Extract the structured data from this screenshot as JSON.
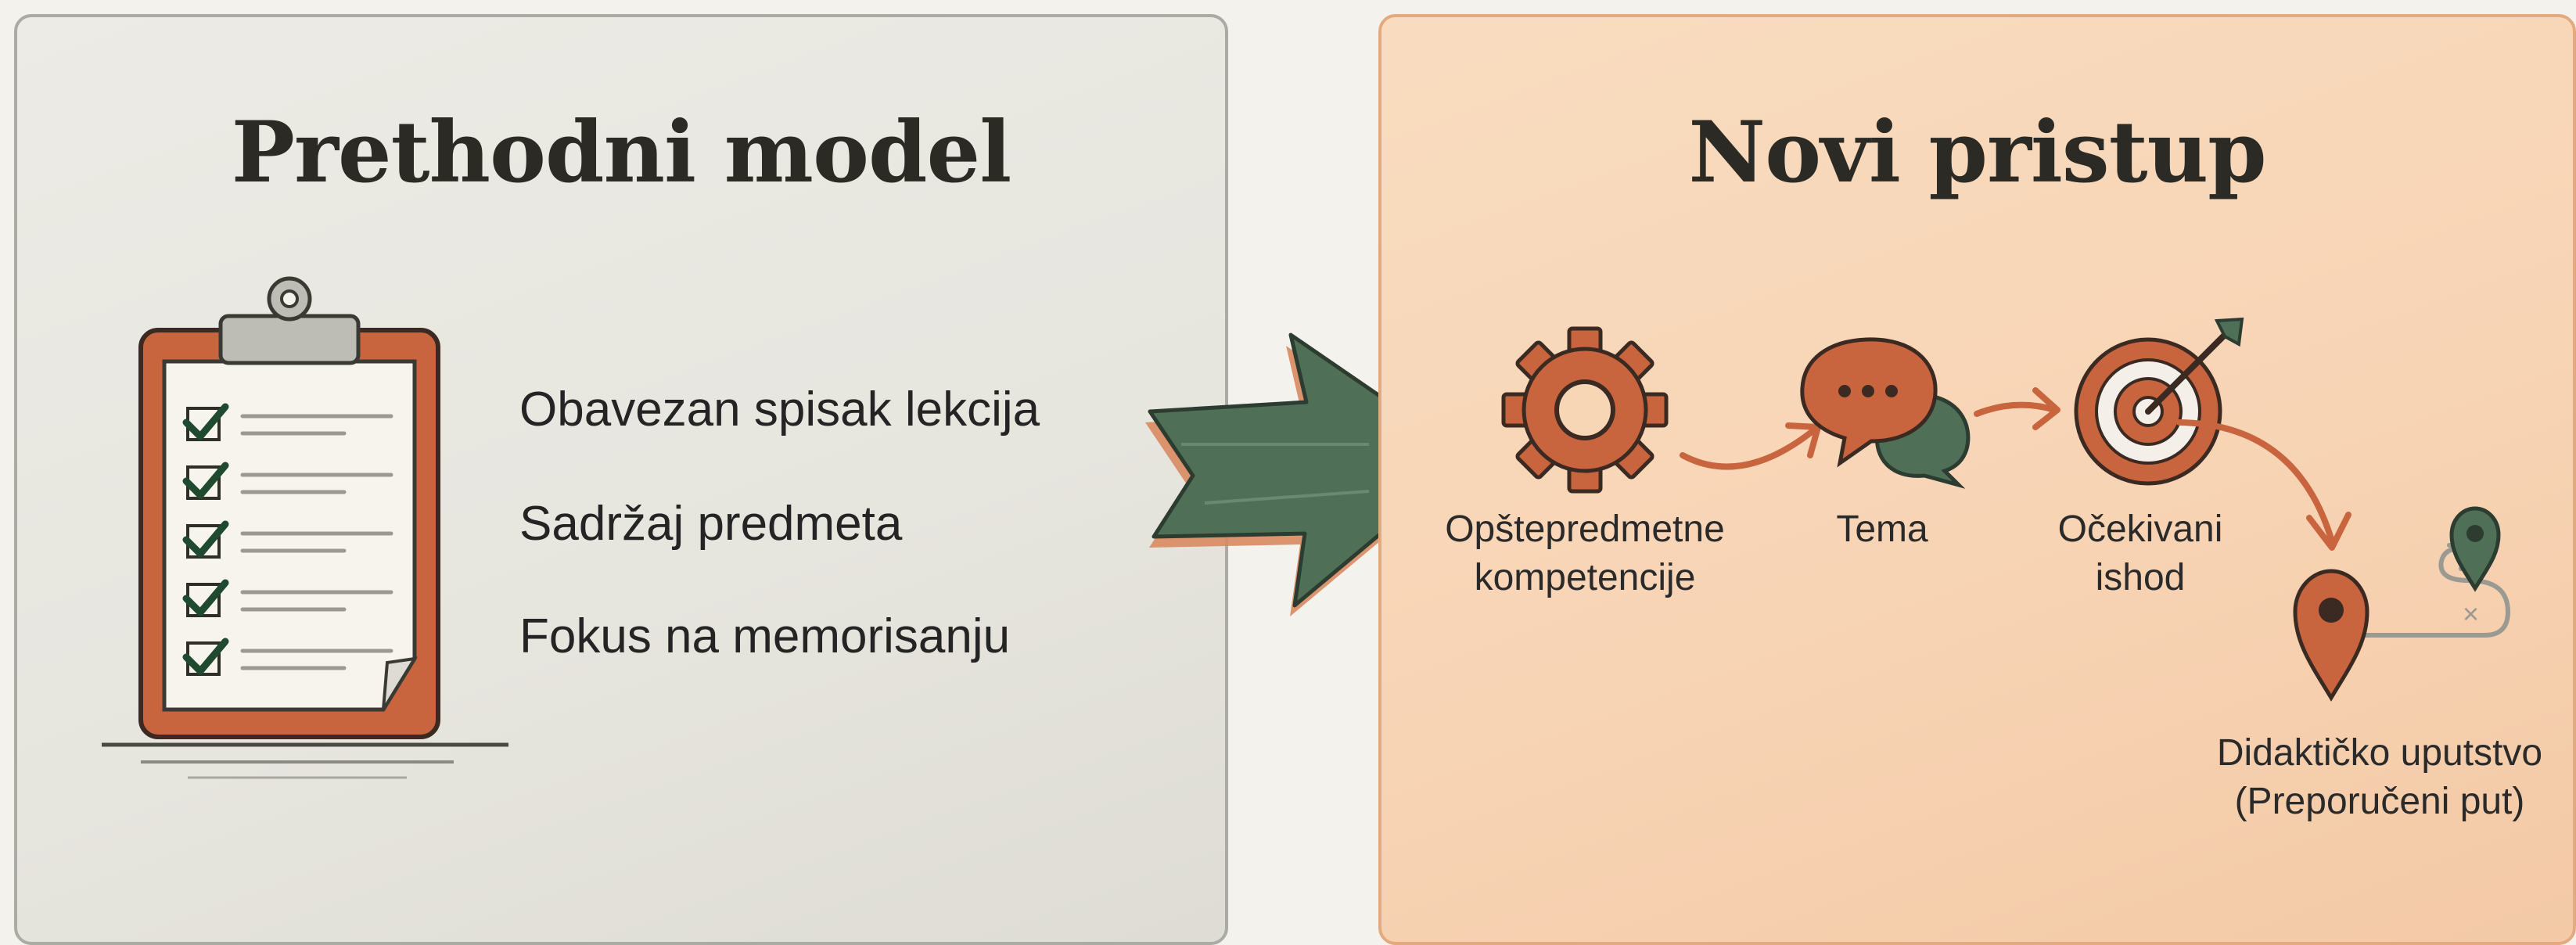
{
  "left": {
    "title": "Prethodni model",
    "items": [
      "Obavezan spisak lekcija",
      "Sadržaj predmeta",
      "Fokus na memorisanju"
    ]
  },
  "right": {
    "title": "Novi pristup",
    "nodes": [
      {
        "line1": "Opštepredmetne",
        "line2": "kompetencije",
        "icon": "gear-icon"
      },
      {
        "line1": "Tema",
        "line2": "",
        "icon": "speech-bubbles-icon"
      },
      {
        "line1": "Očekivani",
        "line2": "ishod",
        "icon": "target-icon"
      },
      {
        "line1": "Didaktičko uputstvo",
        "line2": "(Preporučeni put)",
        "icon": "map-route-icon"
      }
    ]
  },
  "colors": {
    "accent_orange": "#c8653f",
    "accent_green": "#4f7057",
    "left_panel_bg": "#e8e7e0",
    "right_panel_bg": "#f7d6b6"
  }
}
